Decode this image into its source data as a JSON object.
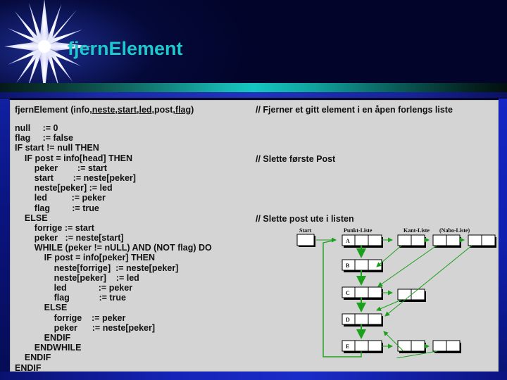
{
  "slide": {
    "title": "fjernElement",
    "decor": {
      "star_icon": "star-burst-icon",
      "accent_color": "#1ec8cf",
      "banner_color": "#000033",
      "panel_color": "#d4d4d4"
    }
  },
  "signature": {
    "name": "fjernElement",
    "open_paren": " (",
    "params": [
      {
        "text": "info",
        "underlined": false
      },
      {
        "text": "neste",
        "underlined": true
      },
      {
        "text": "start",
        "underlined": true
      },
      {
        "text": "led",
        "underlined": true
      },
      {
        "text": "post",
        "underlined": false
      },
      {
        "text": "flag",
        "underlined": true
      }
    ],
    "close_paren": ")"
  },
  "comments": {
    "header": "// Fjerner et gitt element i en åpen forlengs liste",
    "delete_first": "// Slette første Post",
    "delete_middle": "// Slette post ute i listen"
  },
  "code": {
    "lines": [
      "null     := 0",
      "flag     := false",
      "IF start != null THEN",
      "    IF post = info[head] THEN",
      "        peker        := start",
      "        start        := neste[peker]",
      "        neste[peker] := led",
      "        led          := peker",
      "        flag         := true",
      "    ELSE",
      "        forrige := start",
      "        peker   := neste[start]",
      "        WHILE (peker != nULL) AND (NOT flag) DO",
      "            IF post = info[peker] THEN",
      "                neste[forrige]  := neste[peker]",
      "                neste[peker]    := led",
      "                led             := peker",
      "                flag            := true",
      "            ELSE",
      "                forrige    := peker",
      "                peker      := neste[peker]",
      "            ENDIF",
      "        ENDWHILE",
      "    ENDIF",
      "ENDIF"
    ]
  },
  "diagram": {
    "headers": [
      "Start",
      "Punkt-Liste",
      "Kant-Liste",
      "(Nabo-Liste)"
    ],
    "punkt_nodes": [
      "A",
      "B",
      "C",
      "D",
      "E"
    ],
    "start_node_label": "",
    "arrow_color": "#1aa01a",
    "node_fill": "#ffffff",
    "node_border": "#000000"
  }
}
